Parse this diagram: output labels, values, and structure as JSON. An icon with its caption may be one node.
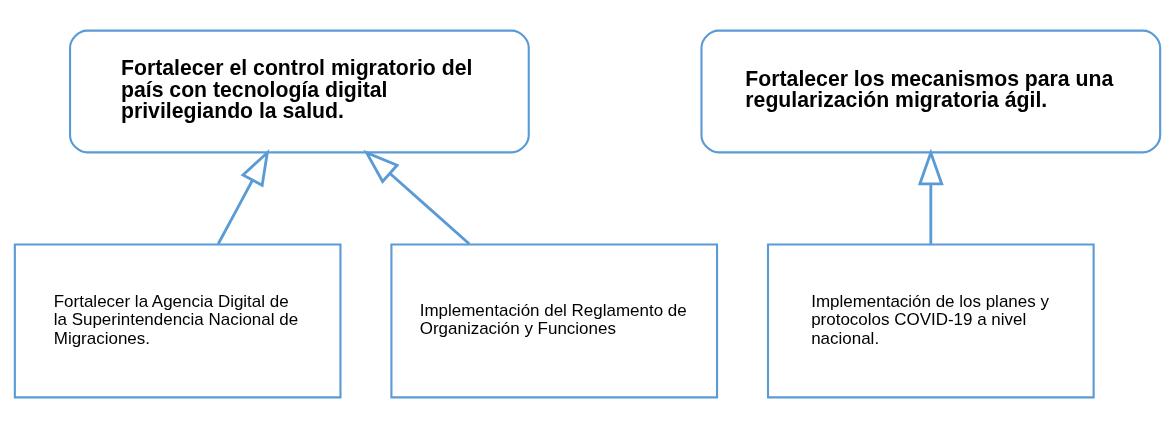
{
  "diagram": {
    "nodes": [
      {
        "text": [
          "Fortalecer el control migratorio del país con tecnología digital privilegiando la salud."
        ]
      },
      {
        "text": [
          "Fortalecer los mecanismos para una regularización migratoria ágil."
        ]
      },
      {
        "text": [
          "Fortalecer la Agencia Digital de la Superintendencia Nacional de Migraciones."
        ]
      },
      {
        "text": [
          "Implementación del Reglamento de Organización y Funciones"
        ]
      },
      {
        "text": [
          "Implementación de los planes y protocolos COVID-19 a nivel nacional."
        ]
      }
    ],
    "edges": [
      {
        "from": 2,
        "to": 0,
        "arrow": "to"
      },
      {
        "from": 3,
        "to": 0,
        "arrow": "to"
      },
      {
        "from": 4,
        "to": 1,
        "arrow": "to"
      }
    ]
  }
}
